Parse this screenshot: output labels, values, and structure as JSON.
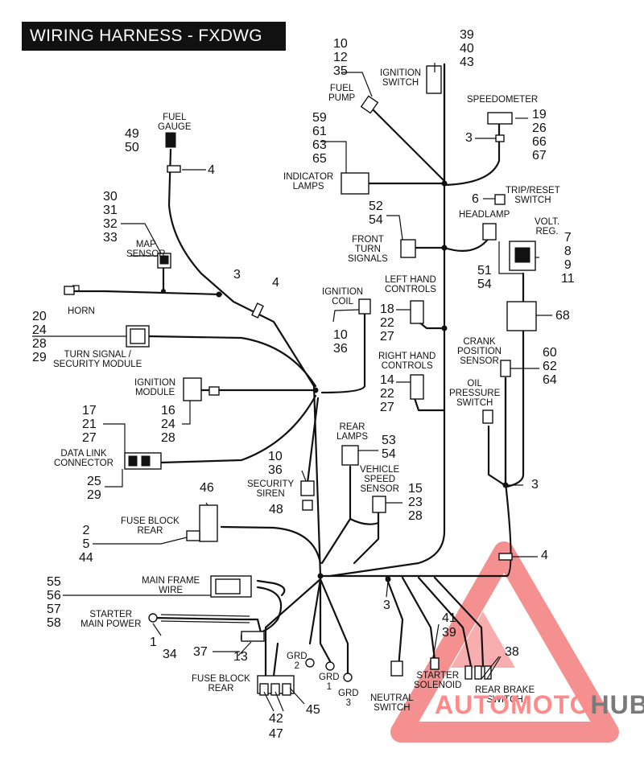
{
  "title": "WIRING HARNESS - FXDWG",
  "components": {
    "fuel_gauge": "FUEL\nGAUGE",
    "map_sensor": "MAP\nSENSOR",
    "horn": "HORN",
    "turn_signal_module": "TURN SIGNAL /\nSECURITY MODULE",
    "ignition_module": "IGNITION\nMODULE",
    "data_link": "DATA LINK\nCONNECTOR",
    "fuse_block_rear_top": "FUSE BLOCK\nREAR",
    "main_frame_wire": "MAIN FRAME\nWIRE",
    "starter_main_power": "STARTER\nMAIN POWER",
    "fuse_block_rear_bottom": "FUSE BLOCK\nREAR",
    "fuel_pump": "FUEL\nPUMP",
    "ignition_switch": "IGNITION\nSWITCH",
    "indicator_lamps": "INDICATOR\nLAMPS",
    "front_turn_signals": "FRONT\nTURN\nSIGNALS",
    "ignition_coil": "IGNITION\nCOIL",
    "left_hand_controls": "LEFT HAND\nCONTROLS",
    "right_hand_controls": "RIGHT HAND\nCONTROLS",
    "rear_lamps": "REAR\nLAMPS",
    "vehicle_speed_sensor": "VEHICLE\nSPEED\nSENSOR",
    "security_siren": "SECURITY\nSIREN",
    "speedometer": "SPEEDOMETER",
    "trip_reset": "TRIP/RESET\nSWITCH",
    "headlamp": "HEADLAMP",
    "volt_reg": "VOLT.\nREG.",
    "crank_position": "CRANK\nPOSITION\nSENSOR",
    "oil_pressure": "OIL\nPRESSURE\nSWITCH",
    "grd1": "GRD\n1",
    "grd2": "GRD\n2",
    "grd3": "GRD\n3",
    "neutral_switch": "NEUTRAL\nSWITCH",
    "starter_solenoid": "STARTER\nSOLENOID",
    "rear_brake_switch": "REAR BRAKE\nSWITCH"
  },
  "callouts": {
    "fuel_gauge": "49\n50",
    "fuel_gauge_4": "4",
    "map_sensor": "30\n31\n32\n33",
    "junction_3_left": "3",
    "junction_4_left": "4",
    "turn_signal_module": "20\n24\n28\n29",
    "ignition_module": "16\n24\n28",
    "data_link_top": "17\n21\n27",
    "data_link_bottom": "25\n29",
    "fuse_block_46": "46",
    "fuse_block_rear_nums": "2\n5\n44",
    "main_frame_wire": "55\n56\n57\n58",
    "starter_1": "1",
    "starter_34": "34",
    "n37": "37",
    "n13": "13",
    "fuse_bottom_42": "42",
    "fuse_bottom_47": "47",
    "fuse_bottom_45": "45",
    "fuel_pump": "10\n12\n35",
    "ignition_switch": "39\n40\n43",
    "indicator_lamps": "59\n61\n63\n65",
    "front_turn_signals": "52\n54",
    "ignition_coil": "10\n36",
    "left_hand_controls": "18\n22\n27",
    "right_hand_controls": "14\n22\n27",
    "rear_lamps": "53\n54",
    "vehicle_speed_sensor": "15\n23\n28",
    "security_siren_top": "10\n36",
    "security_siren_48": "48",
    "speedometer": "19\n26\n66\n67",
    "speedo_3": "3",
    "trip_6": "6",
    "headlamp": "51\n54",
    "volt_reg": "7\n8\n9\n11",
    "n68": "68",
    "crank_position": "60\n62\n64",
    "right_3": "3",
    "right_4": "4",
    "lower_3": "3",
    "n41": "41",
    "n39": "39",
    "n38": "38"
  },
  "watermark": {
    "part1": "AUTOMOTO",
    "part2": "HUB"
  }
}
